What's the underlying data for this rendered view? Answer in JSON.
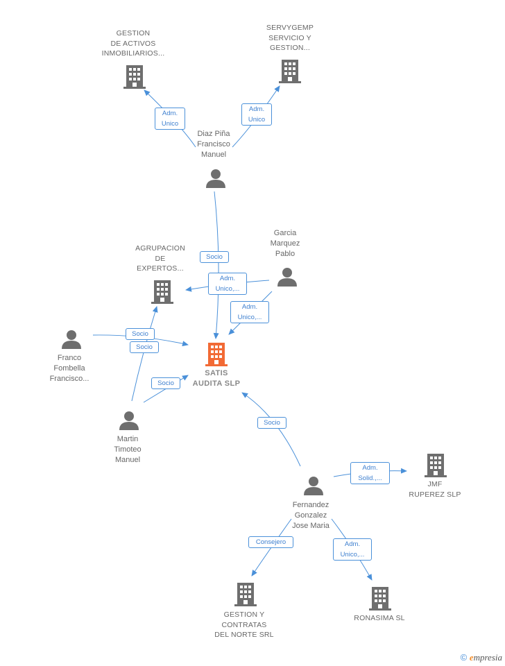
{
  "nodes": {
    "satis": "SATIS\nAUDITA  SLP",
    "gestion_activos": "GESTION\nDE ACTIVOS\nINMOBILIARIOS...",
    "servygemp": "SERVYGEMP\nSERVICIO Y\nGESTION...",
    "diaz": "Diaz Piña\nFrancisco\nManuel",
    "agrupacion": "AGRUPACION\nDE\nEXPERTOS...",
    "garcia": "Garcia\nMarquez\nPablo",
    "franco": "Franco\nFombella\nFrancisco...",
    "martin": "Martin\nTimoteo\nManuel",
    "fernandez": "Fernandez\nGonzalez\nJose Maria",
    "jmf": "JMF\nRUPEREZ  SLP",
    "gestion_contratas": "GESTION Y\nCONTRATAS\nDEL NORTE SRL",
    "ronasima": "RONASIMA SL"
  },
  "edges": {
    "diaz_gestion": "Adm.\nUnico",
    "diaz_servy": "Adm.\nUnico",
    "diaz_satis": "Socio",
    "garcia_agrupacion": "Adm.\nUnico,...",
    "garcia_satis": "Adm.\nUnico,...",
    "franco_satis": "Socio",
    "martin_agrupacion": "Socio",
    "martin_satis": "Socio",
    "fernandez_satis": "Socio",
    "fernandez_jmf": "Adm.\nSolid.,...",
    "fernandez_gestion_contratas": "Consejero",
    "fernandez_ronasima": "Adm.\nUnico,..."
  },
  "footer": {
    "copyright": "©",
    "brand_e": "e",
    "brand_rest": "mpresia"
  },
  "colors": {
    "edge": "#4a90d9",
    "icon": "#6e6e6e",
    "main_icon": "#f26a35"
  }
}
